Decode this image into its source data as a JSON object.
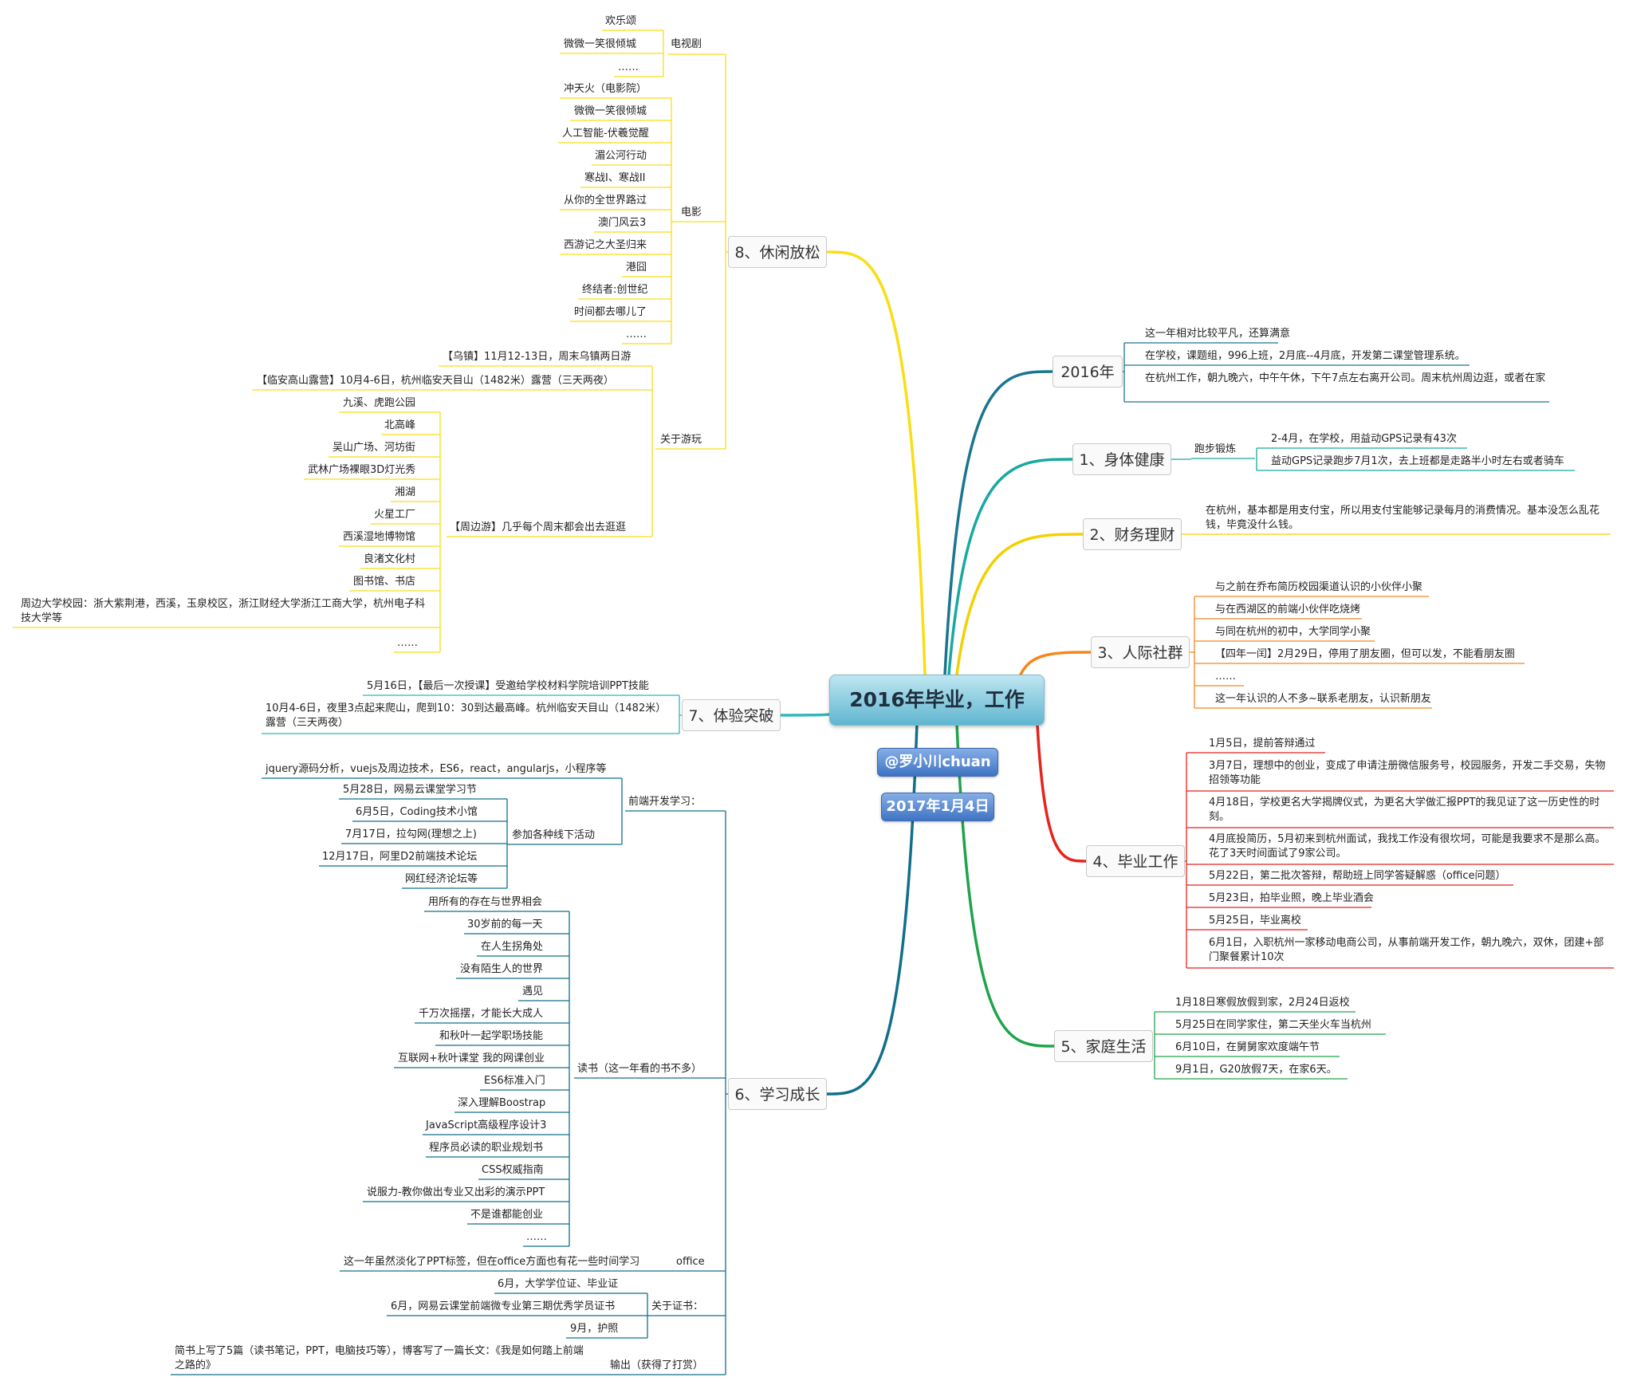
{
  "center": {
    "title": "2016年毕业，工作",
    "author": "@罗小川chuan",
    "date": "2017年1月4日"
  },
  "branches": {
    "y2016": {
      "label": "2016年",
      "items": [
        "这一年相对比较平凡，还算满意",
        "在学校，课题组，996上班，2月底--4月底，开发第二课堂管理系统。",
        "在杭州工作，朝九晚六，中午午休，下午7点左右离开公司。周末杭州周边逛，或者在家"
      ]
    },
    "health": {
      "label": "1、身体健康",
      "sub": "跑步锻炼",
      "items": [
        "2-4月，在学校，用益动GPS记录有43次",
        "益动GPS记录跑步7月1次，去上班都是走路半小时左右或者骑车"
      ]
    },
    "finance": {
      "label": "2、财务理财",
      "item": "在杭州，基本都是用支付宝，所以用支付宝能够记录每月的消费情况。基本没怎么乱花钱，毕竟没什么钱。"
    },
    "social": {
      "label": "3、人际社群",
      "items": [
        "与之前在乔布简历校园渠道认识的小伙伴小聚",
        "与在西湖区的前端小伙伴吃烧烤",
        "与同在杭州的初中，大学同学小聚",
        "【四年一闰】2月29日，停用了朋友圈，但可以发，不能看朋友圈",
        "……",
        "这一年认识的人不多~联系老朋友，认识新朋友"
      ]
    },
    "grad": {
      "label": "4、毕业工作",
      "items": [
        "1月5日，提前答辩通过",
        "3月7日，理想中的创业，变成了申请注册微信服务号，校园服务，开发二手交易，失物招领等功能",
        "4月18日，学校更名大学揭牌仪式，为更名大学做汇报PPT的我见证了这一历史性的时刻。",
        "4月底投简历，5月初来到杭州面试，我找工作没有很坎坷，可能是我要求不是那么高。花了3天时间面试了9家公司。",
        "5月22日，第二批次答辩，帮助班上同学答疑解惑（office问题）",
        "5月23日，拍毕业照，晚上毕业酒会",
        "5月25日，毕业离校",
        "6月1日，入职杭州一家移动电商公司，从事前端开发工作，朝九晚六，双休，团建+部门聚餐累计10次"
      ]
    },
    "family": {
      "label": "5、家庭生活",
      "items": [
        "1月18日寒假放假到家，2月24日返校",
        "5月25日在同学家住，第二天坐火车当杭州",
        "6月10日，在舅舅家欢度端午节",
        "9月1日，G20放假7天，在家6天。"
      ]
    },
    "leisure": {
      "label": "8、休闲放松",
      "tv": {
        "label": "电视剧",
        "items": [
          "欢乐颂",
          "微微一笑很倾城",
          "……"
        ]
      },
      "movie": {
        "label": "电影",
        "items": [
          "冲天火（电影院）",
          "微微一笑很倾城",
          "人工智能-伏羲觉醒",
          "湄公河行动",
          "寒战I、寒战II",
          "从你的全世界路过",
          "澳门风云3",
          "西游记之大圣归来",
          "港囧",
          "终结者:创世纪",
          "时间都去哪儿了",
          "……"
        ]
      },
      "travel": {
        "label": "关于游玩",
        "wuzhen": "【乌镇】11月12-13日，周末乌镇两日游",
        "camping": "【临安高山露营】10月4-6日，杭州临安天目山（1482米）露营（三天两夜）",
        "weekend": {
          "label": "【周边游】几乎每个周末都会出去逛逛",
          "items": [
            "九溪、虎跑公园",
            "北高峰",
            "吴山广场、河坊街",
            "武林广场裸眼3D灯光秀",
            "湘湖",
            "火星工厂",
            "西溪湿地博物馆",
            "良渚文化村",
            "图书馆、书店",
            "周边大学校园：浙大紫荆港，西溪，玉泉校区，浙江财经大学浙江工商大学，杭州电子科技大学等",
            "……"
          ]
        }
      }
    },
    "breakthrough": {
      "label": "7、体验突破",
      "items": [
        "5月16日，【最后一次授课】受邀给学校材料学院培训PPT技能",
        "10月4-6日，夜里3点起来爬山，爬到10：30到达最高峰。杭州临安天目山（1482米）露营（三天两夜）"
      ]
    },
    "study": {
      "label": "6、学习成长",
      "frontend": {
        "label": "前端开发学习：",
        "topics": "jquery源码分析，vuejs及周边技术，ES6，react，angularjs，小程序等",
        "events_label": "参加各种线下活动",
        "events": [
          "5月28日，网易云课堂学习节",
          "6月5日，Coding技术小馆",
          "7月17日，拉勾网(理想之上)",
          "12月17日，阿里D2前端技术论坛",
          "网红经济论坛等"
        ]
      },
      "books": {
        "label": "读书（这一年看的书不多）",
        "items": [
          "用所有的存在与世界相会",
          "30岁前的每一天",
          "在人生拐角处",
          "没有陌生人的世界",
          "遇见",
          "千万次摇摆，才能长大成人",
          "和秋叶一起学职场技能",
          "互联网+秋叶课堂 我的网课创业",
          "ES6标准入门",
          "深入理解Boostrap",
          "JavaScript高级程序设计3",
          "程序员必读的职业规划书",
          "CSS权威指南",
          "说服力-教你做出专业又出彩的演示PPT",
          "不是谁都能创业",
          "……"
        ]
      },
      "office": {
        "label": "office",
        "item": "这一年虽然淡化了PPT标签，但在office方面也有花一些时间学习"
      },
      "cert": {
        "label": "关于证书：",
        "items": [
          "6月，大学学位证、毕业证",
          "6月，网易云课堂前端微专业第三期优秀学员证书",
          "9月，护照"
        ]
      },
      "output": {
        "label": "输出（获得了打赏）",
        "item": "简书上写了5篇（读书笔记，PPT，电脑技巧等），博客写了一篇长文：《我是如何踏上前端之路的》"
      }
    }
  },
  "colors": {
    "y2016": "#1a7590",
    "health": "#17a9a0",
    "finance": "#f4d000",
    "social": "#f4871e",
    "grad": "#e8221c",
    "family": "#1fa34a",
    "leisure": "#f9dd15",
    "breakthrough": "#30b7b9",
    "study": "#116f8b"
  }
}
